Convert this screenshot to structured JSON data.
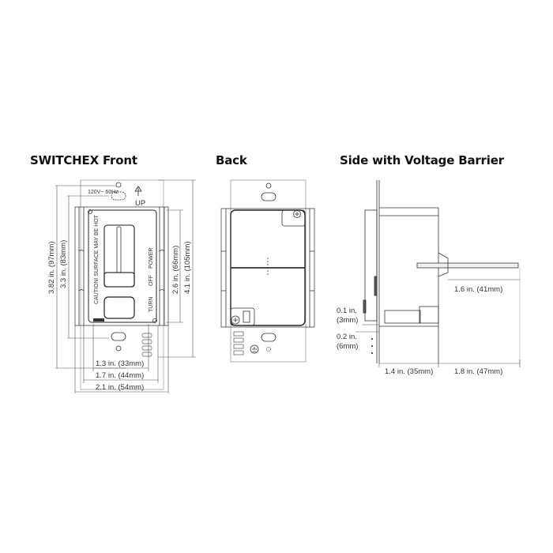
{
  "titles": {
    "front": "SWITCHEX Front",
    "back": "Back",
    "side": "Side with Voltage Barrier"
  },
  "front": {
    "up_label": "UP",
    "rating_text": "120V~ 60Hz",
    "caution_text": "CAUTION! SURFACE MAY BE HOT",
    "turn_text": "TURN",
    "off_text": "OFF",
    "power_text": "POWER",
    "dims": {
      "height_outer": "3.82 in. (97mm)",
      "height_inner": "3.3 in. (83mm)",
      "height_face": "2.6 in. (66mm)",
      "height_total": "4.1 in. (105mm)",
      "width_face": "1.3 in. (33mm)",
      "width_mid": "1.7 in. (44mm)",
      "width_total": "2.1 in. (54mm)"
    }
  },
  "side": {
    "dims": {
      "depth_barrier": "1.6 in. (41mm)",
      "plate_thick_1": "0.1 in.",
      "plate_thick_1_mm": "(3mm)",
      "plate_thick_2": "0.2 in.",
      "plate_thick_2_mm": "(6mm)",
      "depth_body": "1.4 in. (35mm)",
      "depth_total": "1.8 in. (47mm)"
    }
  },
  "colors": {
    "line": "#333333",
    "light_line": "#999999",
    "text": "#111111"
  }
}
